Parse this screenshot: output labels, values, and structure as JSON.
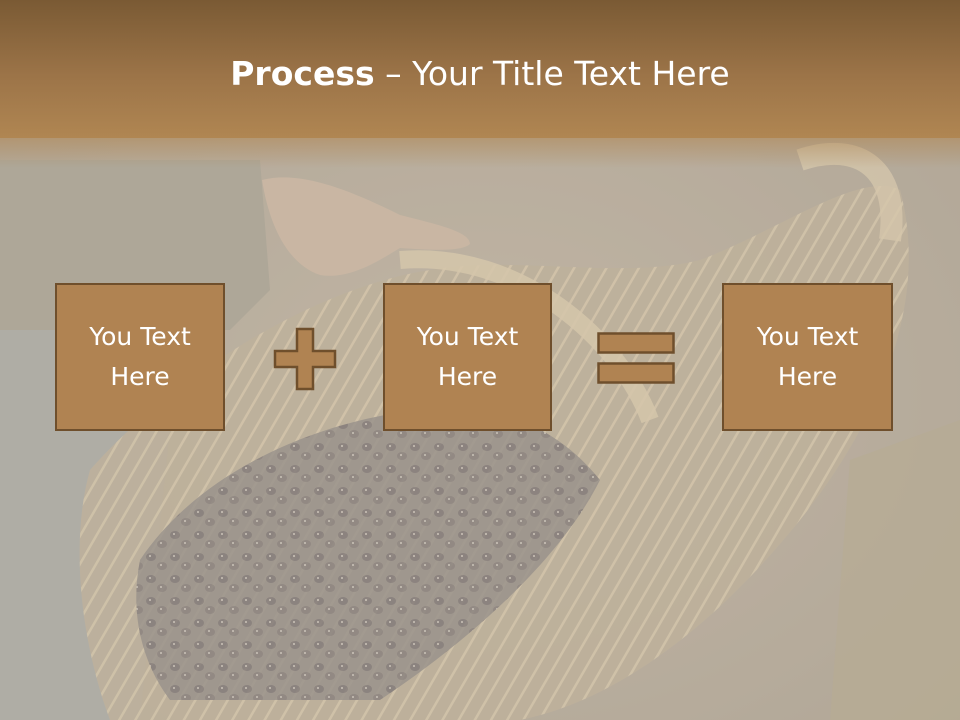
{
  "slide": {
    "title_bold": "Process",
    "title_rest": " – Your Title Text Here"
  },
  "boxes": [
    {
      "text": "You Text\nHere"
    },
    {
      "text": "You Text\nHere"
    },
    {
      "text": "You Text\nHere"
    }
  ],
  "symbols": {
    "operator_1": "plus-icon",
    "operator_2": "equals-icon"
  },
  "colors": {
    "header": "#9c7448",
    "box_fill": "#b08352",
    "box_border": "#6f4f2c",
    "text": "#ffffff"
  }
}
